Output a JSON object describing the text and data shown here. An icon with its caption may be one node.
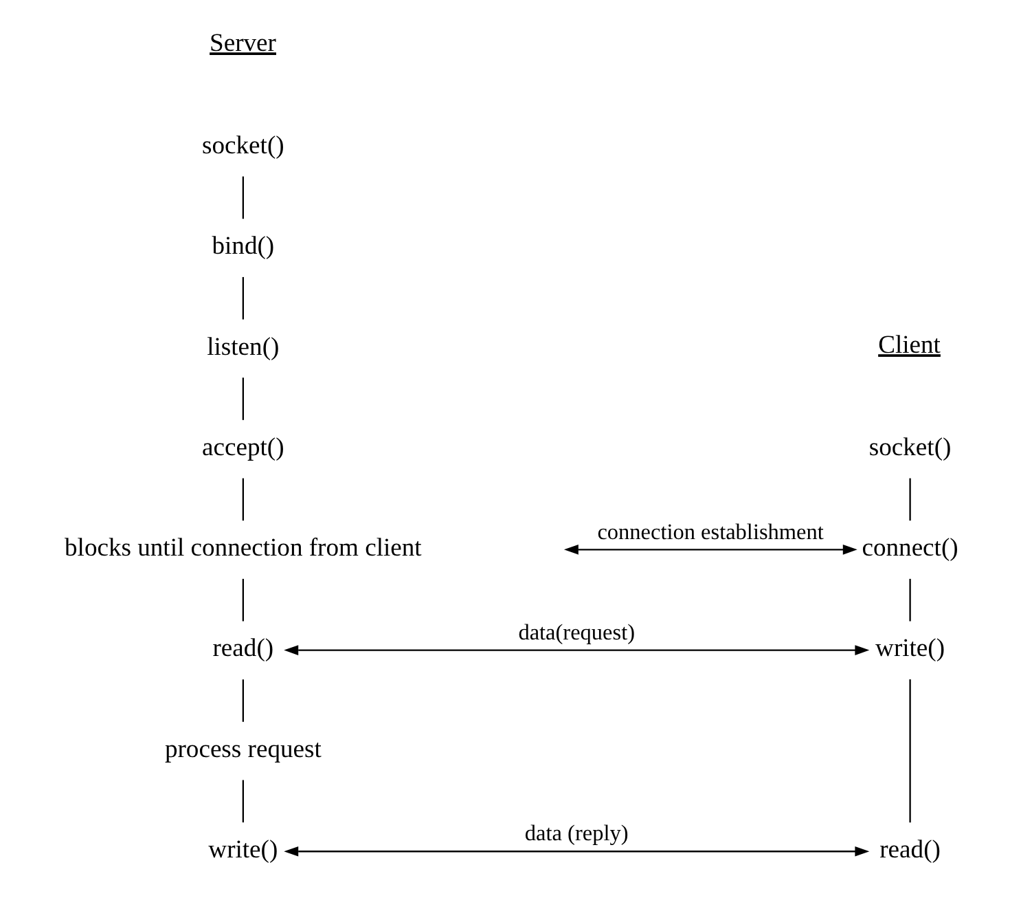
{
  "diagram": {
    "nodes": [
      {
        "text": [
          "Server"
        ]
      },
      {
        "text": [
          "socket()"
        ]
      },
      {
        "text": [
          "bind()"
        ]
      },
      {
        "text": [
          "listen()"
        ]
      },
      {
        "text": [
          "accept()"
        ]
      },
      {
        "text": [
          "blocks until connection from client"
        ]
      },
      {
        "text": [
          "read()"
        ]
      },
      {
        "text": [
          "process request"
        ]
      },
      {
        "text": [
          "write()"
        ]
      },
      {
        "text": [
          "Client"
        ]
      },
      {
        "text": [
          "socket()"
        ]
      },
      {
        "text": [
          "connect()"
        ]
      },
      {
        "text": [
          "write()"
        ]
      },
      {
        "text": [
          "read()"
        ]
      }
    ],
    "edges": [
      {
        "from": 1,
        "to": 2,
        "arrow": "none"
      },
      {
        "from": 2,
        "to": 3,
        "arrow": "none"
      },
      {
        "from": 3,
        "to": 4,
        "arrow": "none"
      },
      {
        "from": 4,
        "to": 5,
        "arrow": "none"
      },
      {
        "from": 5,
        "to": 6,
        "arrow": "none"
      },
      {
        "from": 6,
        "to": 7,
        "arrow": "none"
      },
      {
        "from": 7,
        "to": 8,
        "arrow": "none"
      },
      {
        "from": 10,
        "to": 11,
        "arrow": "none"
      },
      {
        "from": 11,
        "to": 12,
        "arrow": "none"
      },
      {
        "from": 12,
        "to": 13,
        "arrow": "none"
      },
      {
        "from": null,
        "to": 11,
        "arrow": "both",
        "label": "connection establishment"
      },
      {
        "from": 6,
        "to": 12,
        "arrow": "both",
        "label": "data(request)"
      },
      {
        "from": 8,
        "to": 13,
        "arrow": "both",
        "label": "data (reply)"
      }
    ]
  }
}
